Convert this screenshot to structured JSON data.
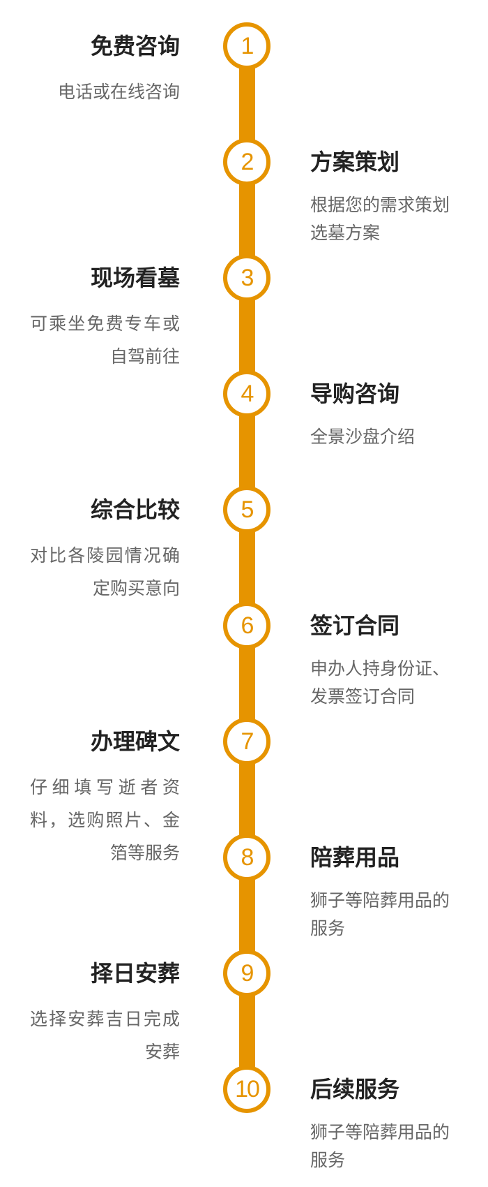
{
  "accent_color": "#e69400",
  "steps": [
    {
      "number": "1",
      "title": "免费咨询",
      "desc": "电话或在线咨询",
      "side": "left"
    },
    {
      "number": "2",
      "title": "方案策划",
      "desc": "根据您的需求策划选墓方案",
      "side": "right"
    },
    {
      "number": "3",
      "title": "现场看墓",
      "desc": "可乘坐免费专车或自驾前往",
      "side": "left"
    },
    {
      "number": "4",
      "title": "导购咨询",
      "desc": "全景沙盘介绍",
      "side": "right"
    },
    {
      "number": "5",
      "title": "综合比较",
      "desc": "对比各陵园情况确定购买意向",
      "side": "left"
    },
    {
      "number": "6",
      "title": "签订合同",
      "desc": "申办人持身份证、发票签订合同",
      "side": "right"
    },
    {
      "number": "7",
      "title": "办理碑文",
      "desc": "仔细填写逝者资料，选购照片、金箔等服务",
      "side": "left"
    },
    {
      "number": "8",
      "title": "陪葬用品",
      "desc": "狮子等陪葬用品的服务",
      "side": "right"
    },
    {
      "number": "9",
      "title": "择日安葬",
      "desc": "选择安葬吉日完成安葬",
      "side": "left"
    },
    {
      "number": "10",
      "title": "后续服务",
      "desc": "狮子等陪葬用品的服务",
      "side": "right"
    }
  ]
}
